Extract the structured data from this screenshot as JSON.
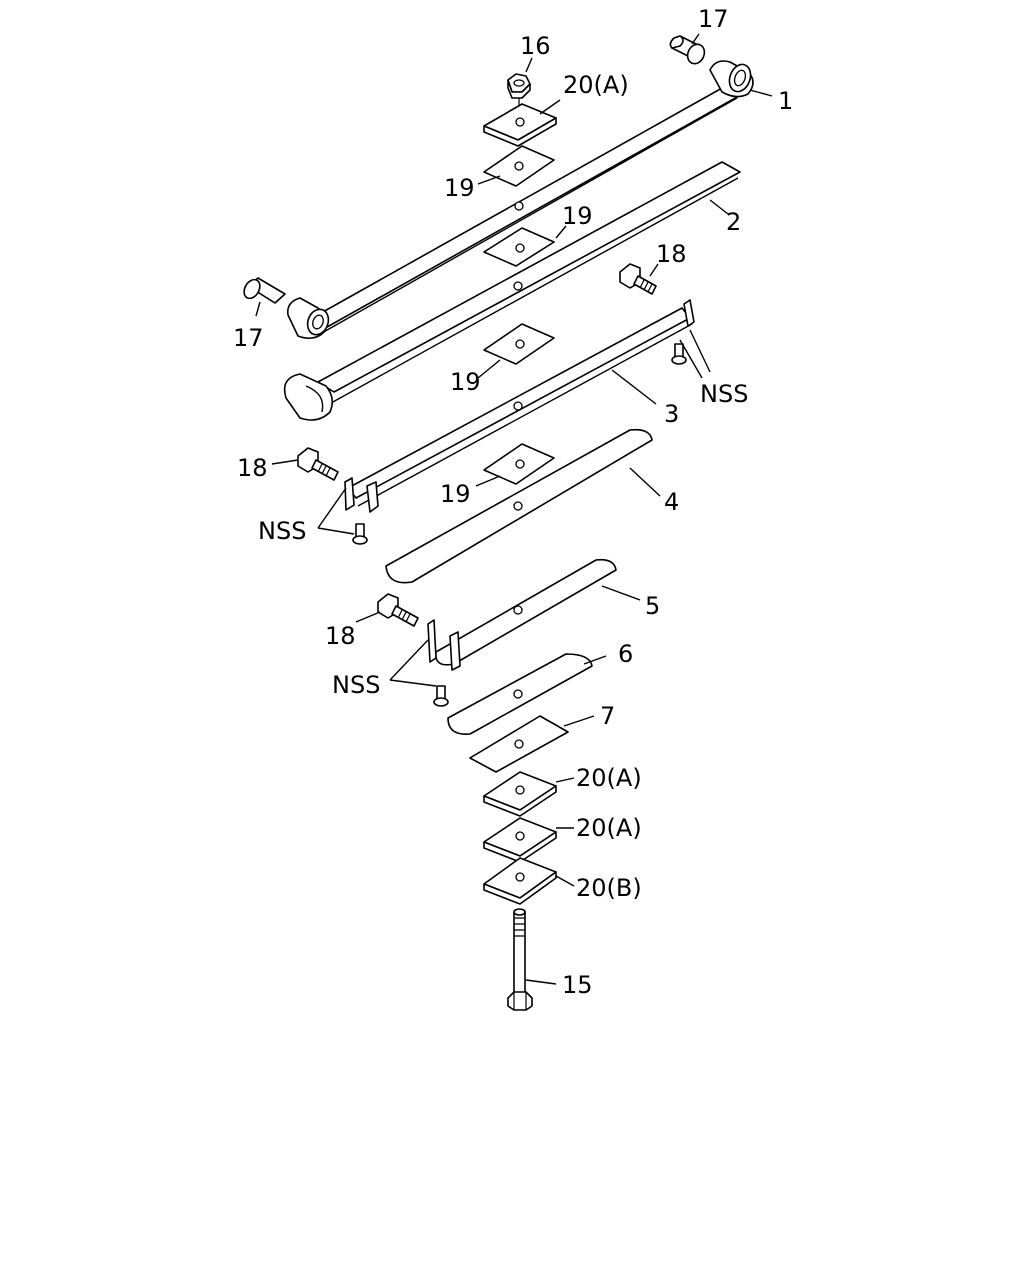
{
  "labels": {
    "c1": "1",
    "c2": "2",
    "c3": "3",
    "c4": "4",
    "c5": "5",
    "c6": "6",
    "c7": "7",
    "c15": "15",
    "c16": "16",
    "c17": "17",
    "c18": "18",
    "c19": "19",
    "c20a": "20(A)",
    "c20b": "20(B)",
    "nss": "NSS"
  }
}
